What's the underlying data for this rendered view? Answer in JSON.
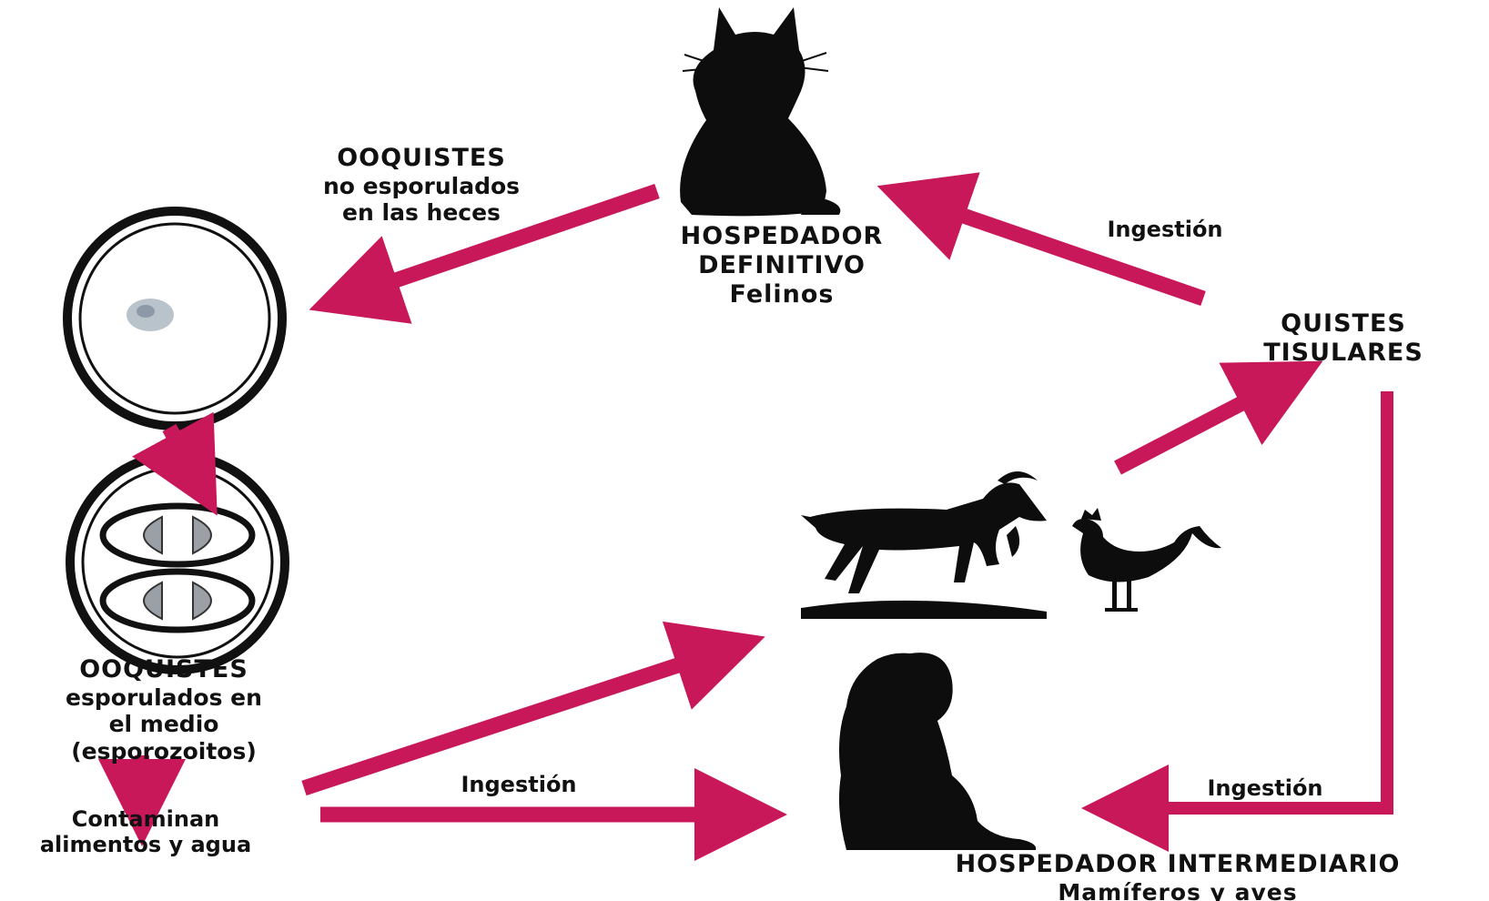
{
  "colors": {
    "arrow": "#c8185a",
    "silhouette": "#0d0d0d",
    "background": "#ffffff"
  },
  "labels": {
    "definitive_host": {
      "line1": "HOSPEDADOR",
      "line2": "DEFINITIVO",
      "line3": "Felinos"
    },
    "unsporulated_oocysts": {
      "line1": "OOQUISTES",
      "line2": "no esporulados",
      "line3": "en las heces"
    },
    "sporulated_oocysts": {
      "line1": "OOQUISTES",
      "line2": "esporulados en",
      "line3": "el medio",
      "line4": "(esporozoitos)"
    },
    "contamination": {
      "line1": "Contaminan",
      "line2": "alimentos y agua"
    },
    "tissue_cysts": {
      "line1": "QUISTES",
      "line2": "TISULARES"
    },
    "intermediate_host": {
      "line1": "HOSPEDADOR INTERMEDIARIO",
      "line2": "Mamíferos y aves"
    },
    "ingestion_top": "Ingestión",
    "ingestion_bottom_left": "Ingestión",
    "ingestion_bottom_right": "Ingestión"
  },
  "icons": [
    "cat-icon",
    "goat-icon",
    "rooster-icon",
    "pregnant-woman-icon",
    "oocyst-unsporulated-icon",
    "oocyst-sporulated-icon"
  ]
}
